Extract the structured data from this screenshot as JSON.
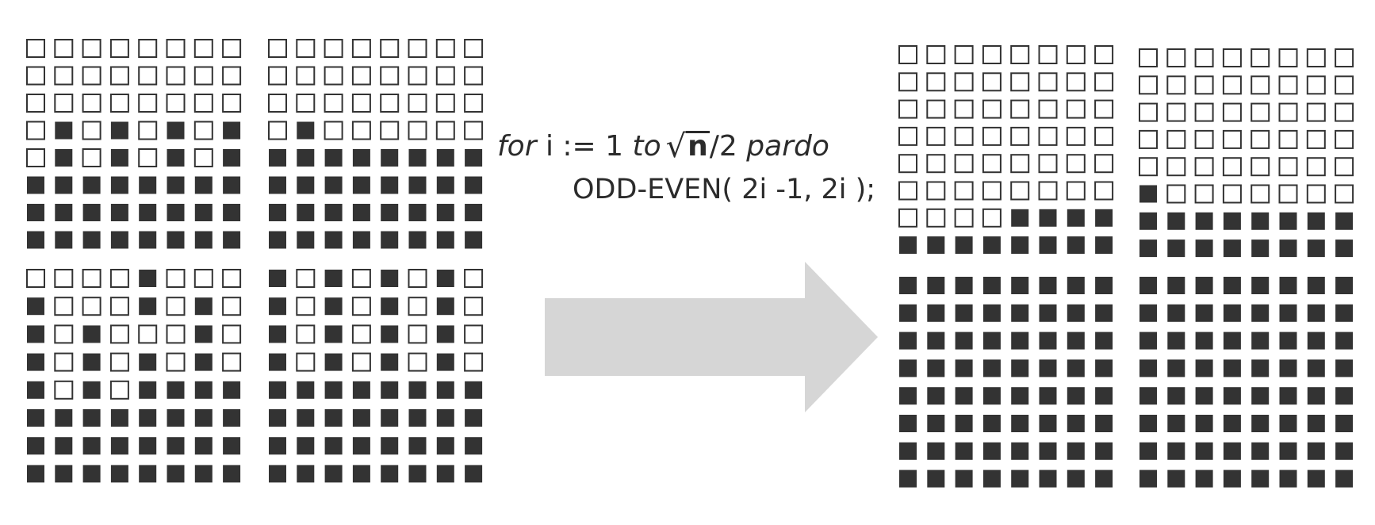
{
  "code": {
    "line1": {
      "kw_for": "for",
      "var_assign": " i := 1 ",
      "kw_to": "to",
      "radicand": "n",
      "divisor": "/2 ",
      "kw_pardo": "pardo"
    },
    "line2": "ODD-EVEN( 2i -1, 2i );"
  },
  "colors": {
    "filled_cell": "#333333",
    "empty_cell_border": "#333333",
    "arrow_fill": "#d6d6d6",
    "text": "#2b2b2b"
  },
  "grids": {
    "before": {
      "top_left": [
        "00000000",
        "00000000",
        "00000000",
        "01010101",
        "01010101",
        "11111111",
        "11111111",
        "11111111"
      ],
      "top_right": [
        "00000000",
        "00000000",
        "00000000",
        "01000000",
        "11111111",
        "11111111",
        "11111111",
        "11111111"
      ],
      "bottom_left": [
        "00001000",
        "10001010",
        "10100010",
        "10101010",
        "10101111",
        "11111111",
        "11111111",
        "11111111"
      ],
      "bottom_right": [
        "10101010",
        "10101010",
        "10101010",
        "10101010",
        "11111111",
        "11111111",
        "11111111",
        "11111111"
      ]
    },
    "after": {
      "top_left": [
        "00000000",
        "00000000",
        "00000000",
        "00000000",
        "00000000",
        "00000000",
        "00001111",
        "11111111"
      ],
      "top_right": [
        "00000000",
        "00000000",
        "00000000",
        "00000000",
        "00000000",
        "10000000",
        "11111111",
        "11111111"
      ],
      "bottom_left": [
        "11111111",
        "11111111",
        "11111111",
        "11111111",
        "11111111",
        "11111111",
        "11111111",
        "11111111"
      ],
      "bottom_right": [
        "11111111",
        "11111111",
        "11111111",
        "11111111",
        "11111111",
        "11111111",
        "11111111",
        "11111111"
      ]
    }
  }
}
